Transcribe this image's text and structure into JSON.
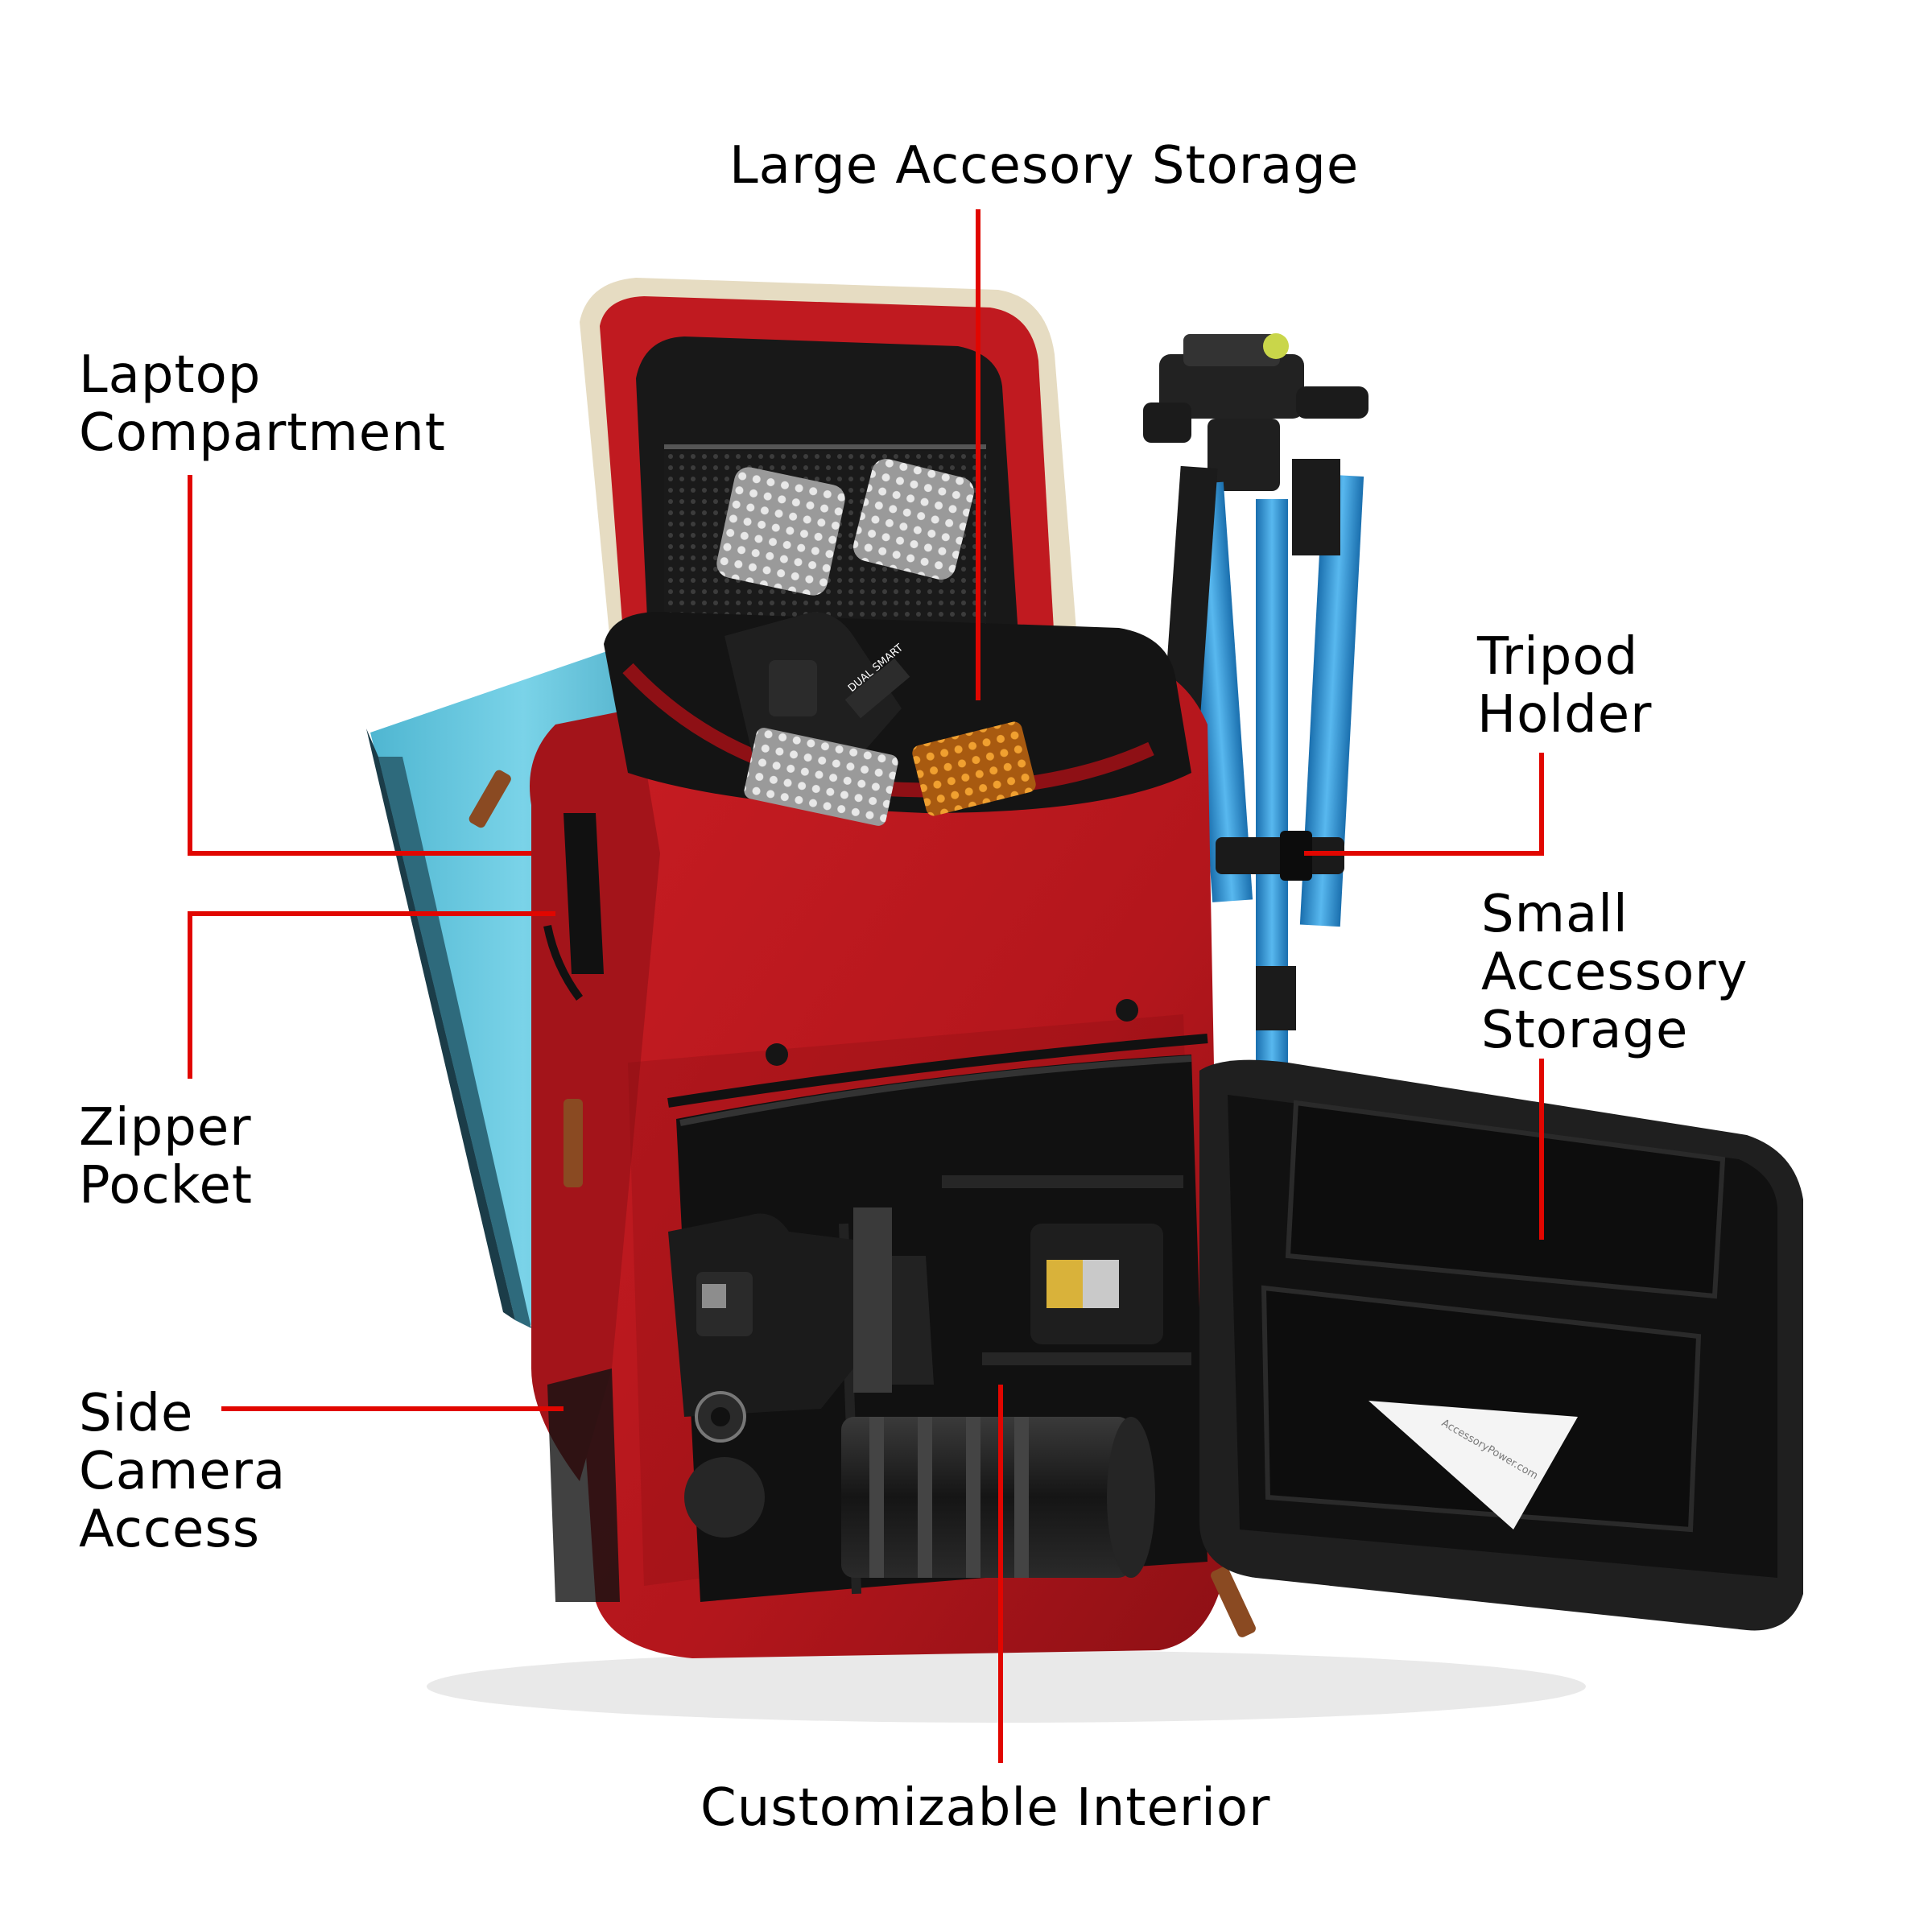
{
  "callouts": {
    "large_storage": [
      "Large Accesory Storage"
    ],
    "laptop": [
      "Laptop",
      "Compartment"
    ],
    "tripod": [
      "Tripod",
      "Holder"
    ],
    "small_storage": [
      "Small",
      "Accessory",
      "Storage"
    ],
    "zipper": [
      "Zipper",
      "Pocket"
    ],
    "side_access": [
      "Side",
      "Camera",
      "Access"
    ],
    "interior": [
      "Customizable Interior"
    ]
  },
  "printed_text": {
    "charger_label": "DUAL SMART",
    "cloth_brand": "AccessoryPower.com"
  },
  "icons": [
    "backpack-illustration",
    "camera-icon",
    "lens-icon",
    "tripod-icon",
    "laptop-icon",
    "led-light-icon",
    "charger-icon",
    "battery-icon",
    "cleaning-cloth-icon"
  ],
  "colors": {
    "leader_line": "#e10600",
    "bag_red": "#b3161c",
    "bag_red_dark": "#7e0d11",
    "bag_lining": "#141414",
    "laptop_blue": "#5ec4dc",
    "tripod_blue": "#2a93d6",
    "leather_tab": "#8a4a22",
    "label_text": "#000000"
  }
}
